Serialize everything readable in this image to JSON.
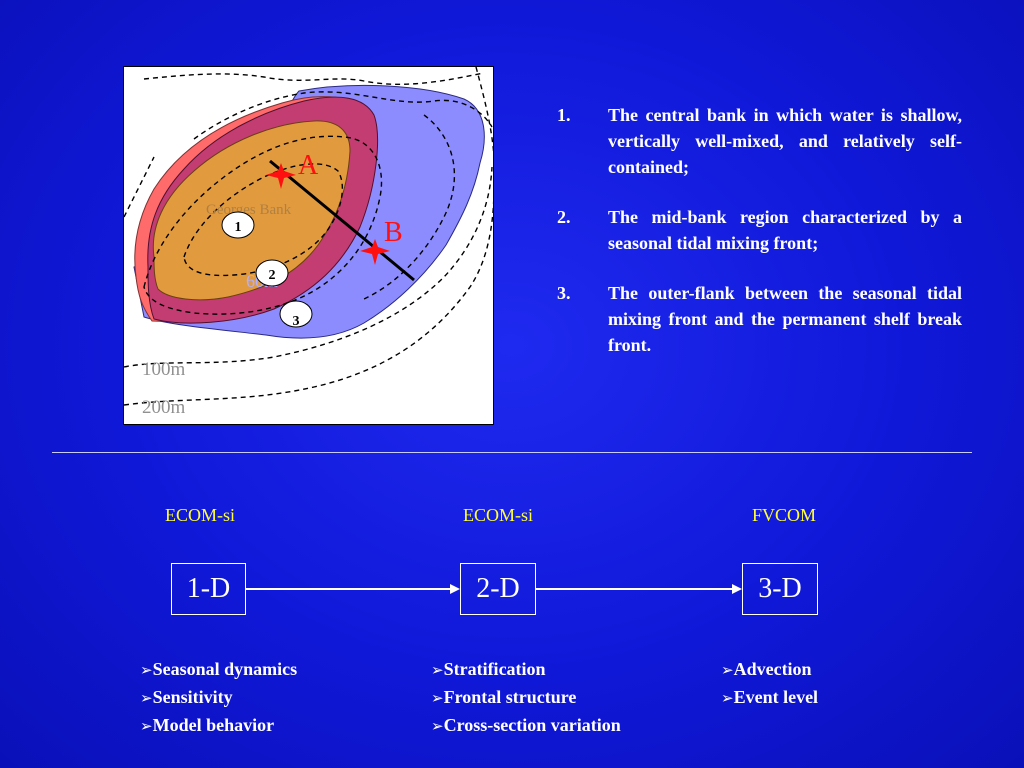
{
  "map": {
    "place_label": "Georges Bank",
    "depth_60": "60m",
    "depth_100": "100m",
    "depth_200": "200m",
    "station_a": "A",
    "station_b": "B",
    "zone_1": "1",
    "zone_2": "2",
    "zone_3": "3",
    "colors": {
      "central": "#e29a3f",
      "mid": "#c33c72",
      "outer": "#8c8cff",
      "edge": "#ff6a6a",
      "star": "#ff1010"
    }
  },
  "regions": [
    {
      "num": "1.",
      "text": "The central bank in which water is shallow, vertically well-mixed, and relatively self-contained;"
    },
    {
      "num": "2.",
      "text": "The mid-bank region characterized by a seasonal tidal mixing front;"
    },
    {
      "num": "3.",
      "text": "The outer-flank between the seasonal tidal mixing front and the permanent shelf break front."
    }
  ],
  "models": [
    {
      "name": "ECOM-si",
      "dim": "1-D",
      "items": [
        "Seasonal dynamics",
        "Sensitivity",
        "Model behavior"
      ]
    },
    {
      "name": "ECOM-si",
      "dim": "2-D",
      "items": [
        "Stratification",
        "Frontal structure",
        "Cross-section variation"
      ]
    },
    {
      "name": "FVCOM",
      "dim": "3-D",
      "items": [
        "Advection",
        "Event level"
      ]
    }
  ],
  "colors": {
    "background": "#1018d8",
    "model_label": "#ffff33",
    "text": "#ffffff"
  },
  "bullet_icon": "arrowhead-bullet-icon"
}
